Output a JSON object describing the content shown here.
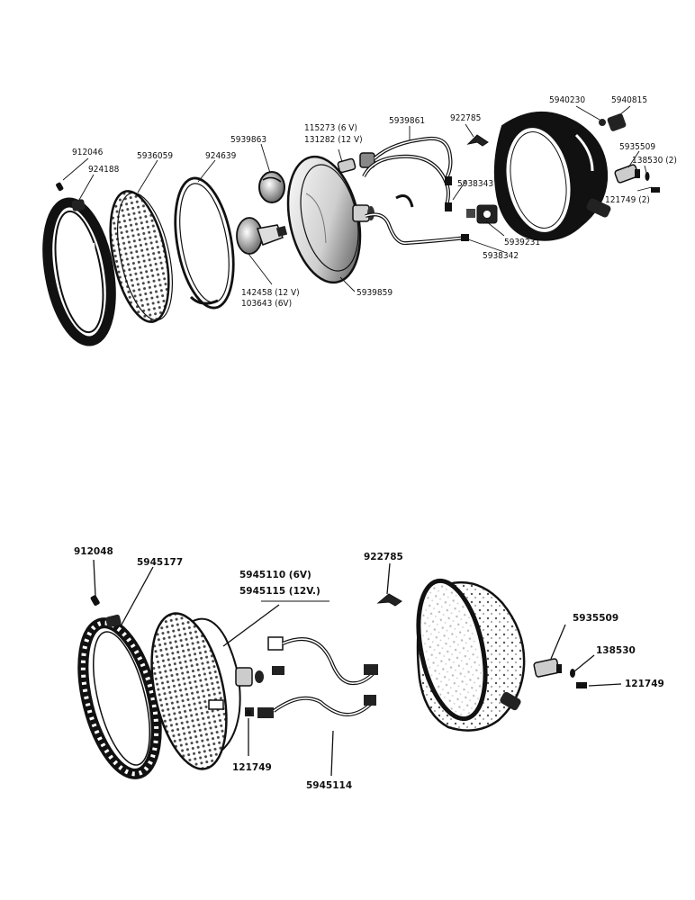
{
  "top": {
    "labels": {
      "p912046": "912046",
      "p924188": "924188",
      "p5936059": "5936059",
      "p924639": "924639",
      "p5939863": "5939863",
      "p115273": "115273  (6 V)",
      "p131282": "131282  (12 V)",
      "p5939861": "5939861",
      "p922785": "922785",
      "p5940230": "5940230",
      "p5940815": "5940815",
      "p5935509": "5935509",
      "p138530": "138530 (2)",
      "p121749": "121749 (2)",
      "p5938343": "5938343",
      "p5939231": "5939231",
      "p5938342": "5938342",
      "p5939859": "5939859",
      "p142458": "142458 (12  V)",
      "p103643": "103643 (6V)"
    }
  },
  "bottom": {
    "labels": {
      "p912048": "912048",
      "p5945177": "5945177",
      "p5945110": "5945110  (6V)",
      "p5945115": "5945115  (12V.)",
      "p922785": "922785",
      "p5935509": "5935509",
      "p138530": "138530",
      "p121749r": "121749",
      "p121749l": "121749",
      "p5945114": "5945114"
    }
  }
}
